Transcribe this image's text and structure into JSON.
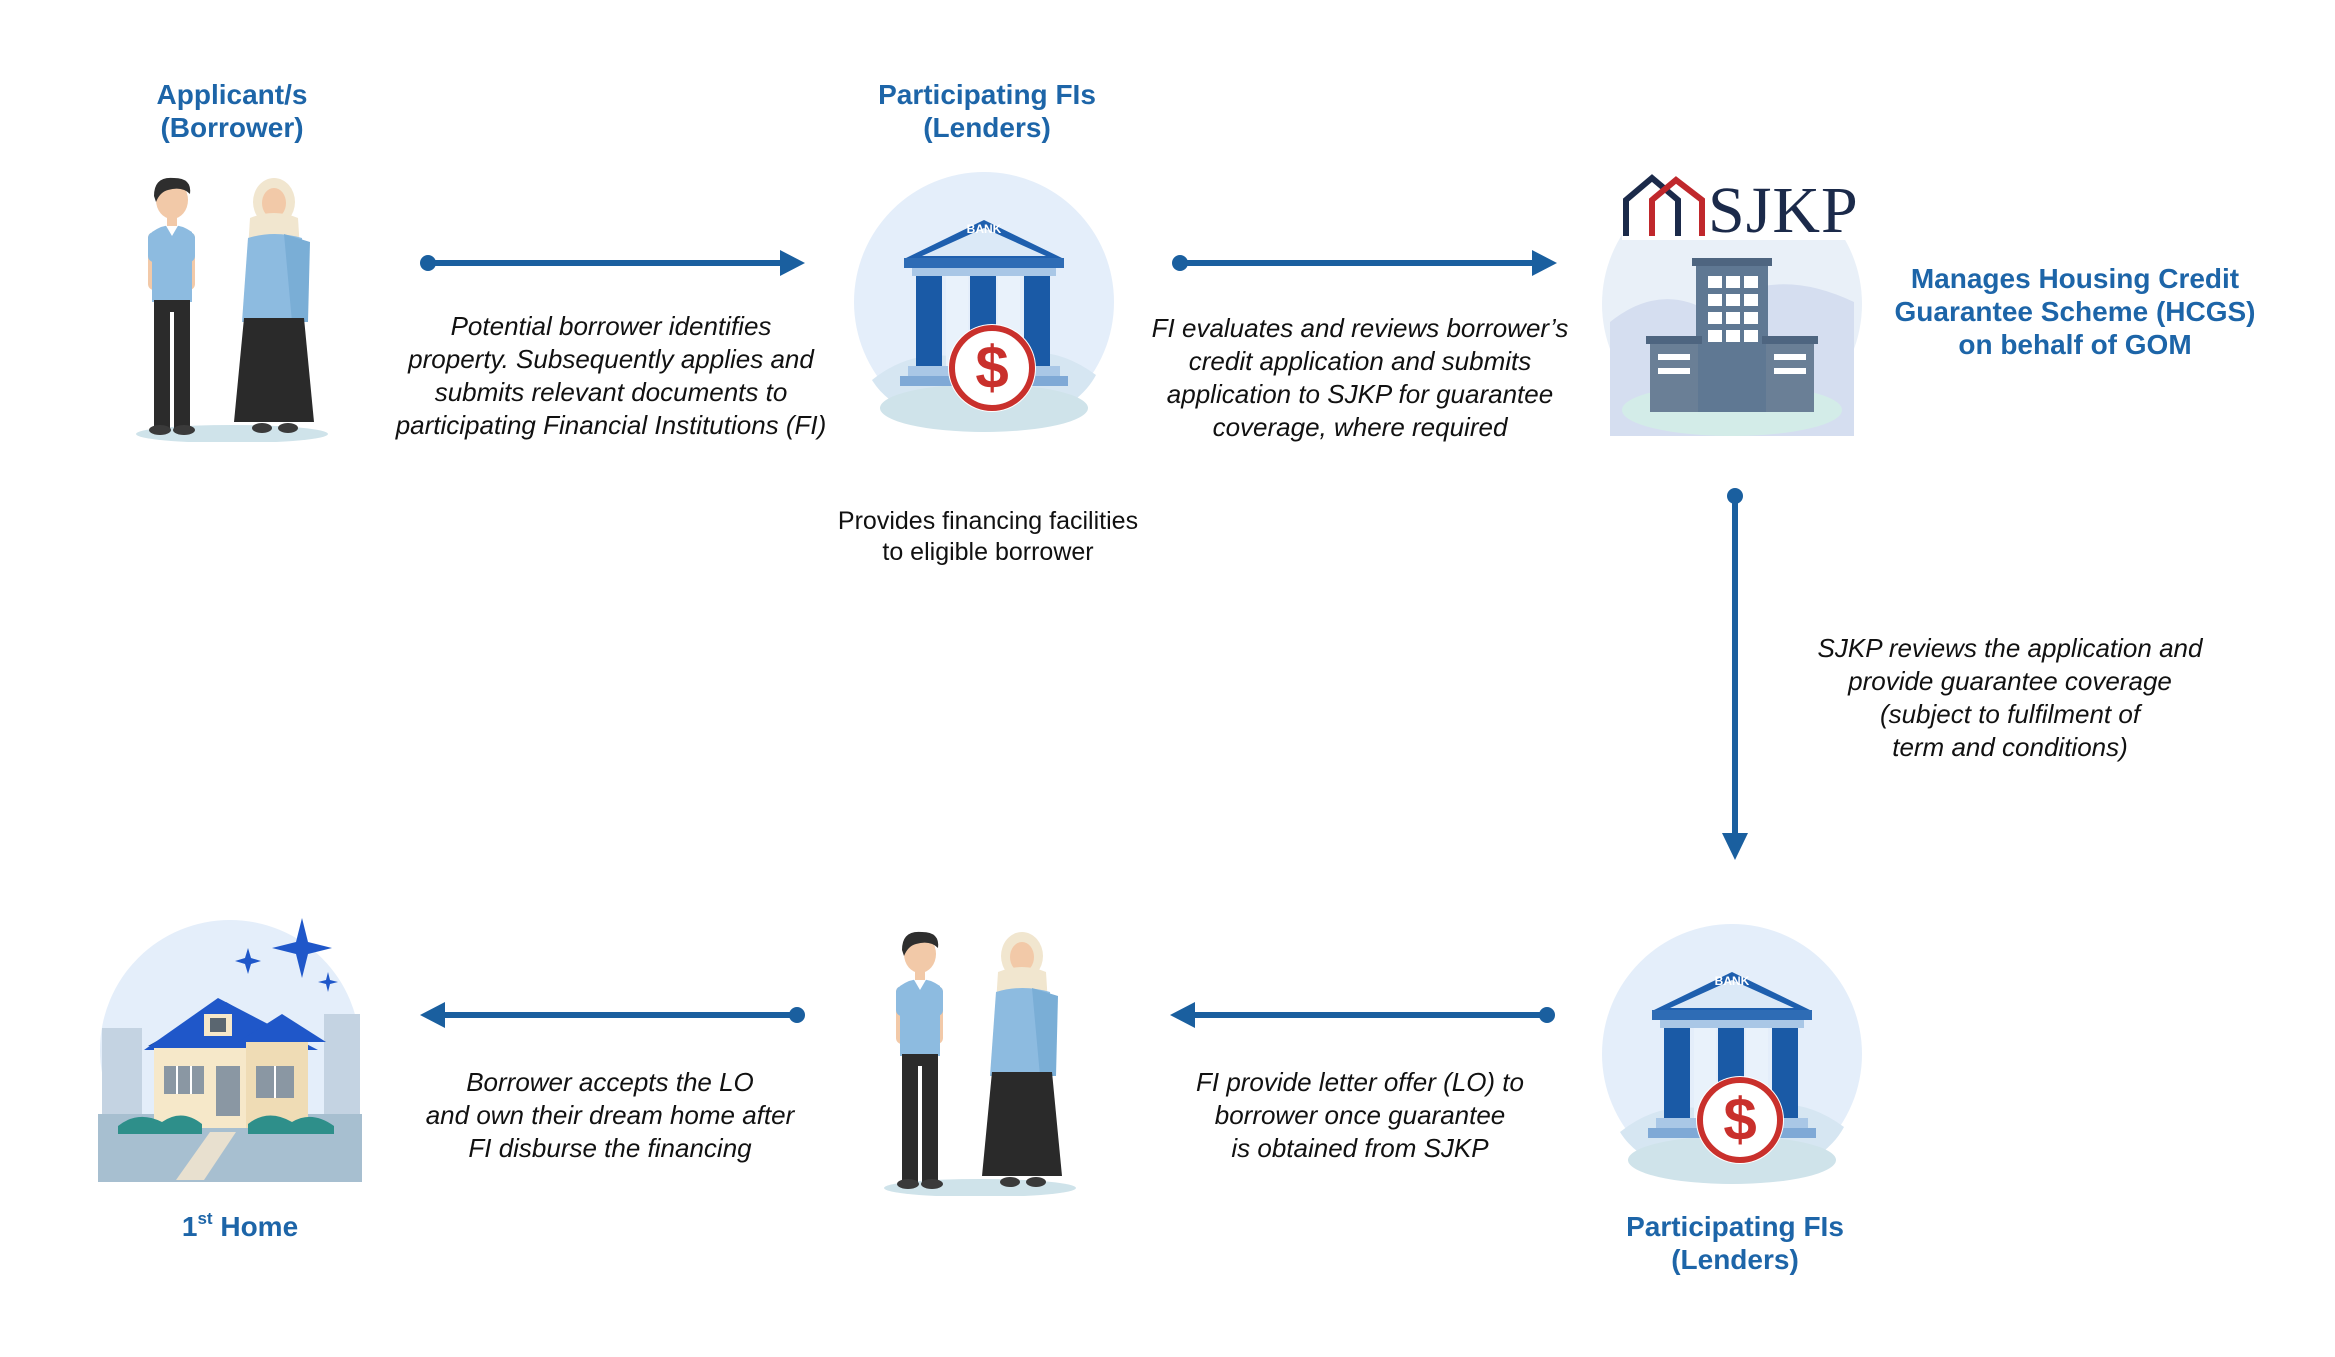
{
  "colors": {
    "accent_blue": "#1d65a8",
    "arrow_blue": "#1a5f9f",
    "circle_bg": "#e4eefa",
    "ground": "#cfe3ea",
    "column_blue": "#1a5aa6",
    "dollar_red": "#c9302c",
    "sjkp_navy": "#1b2a4a",
    "sjkp_red": "#c0282c",
    "roof_blue": "#1f57c9",
    "building_grey": "#6a7f96"
  },
  "icons": {
    "borrowers_top": "couple-people-icon",
    "bank_top": "bank-dollar-icon",
    "sjkp_building": "office-building-icon",
    "bank_bottom": "bank-dollar-icon",
    "borrowers_bottom": "couple-people-icon",
    "home": "house-icon"
  },
  "nodes": {
    "applicant": {
      "line1": "Applicant/s",
      "line2": "(Borrower)"
    },
    "fi_top": {
      "line1": "Participating FIs",
      "line2": "(Lenders)"
    },
    "sjkp": {
      "logo_text": "SJKP",
      "line1": "Manages Housing Credit",
      "line2": "Guarantee Scheme (HCGS)",
      "line3": "on behalf of GOM"
    },
    "fi_bottom": {
      "line1": "Participating FIs",
      "line2": "(Lenders)"
    },
    "home": {
      "ordinal": "1",
      "suffix": "st",
      "label": "Home"
    }
  },
  "bank_sign": "BANK",
  "captions": {
    "step1": {
      "line1": "Potential borrower identifies",
      "line2": "property. Subsequently applies and",
      "line3": "submits relevant documents to",
      "line4": "participating Financial Institutions (FI)"
    },
    "step2": {
      "line1": "FI evaluates and reviews borrower’s",
      "line2": "credit application and submits",
      "line3": "application to SJKP for guarantee",
      "line4": "coverage, where required"
    },
    "fi_note": {
      "line1": "Provides financing facilities",
      "line2": "to eligible borrower"
    },
    "step3": {
      "line1": "SJKP reviews the application and",
      "line2": "provide guarantee coverage",
      "line3": "(subject to fulfilment of",
      "line4": "term and conditions)"
    },
    "step4": {
      "line1": "FI provide letter offer (LO) to",
      "line2": "borrower once guarantee",
      "line3": "is obtained from SJKP"
    },
    "step5": {
      "line1": "Borrower accepts the LO",
      "line2": "and own their dream home after",
      "line3": "FI disburse the financing"
    }
  }
}
